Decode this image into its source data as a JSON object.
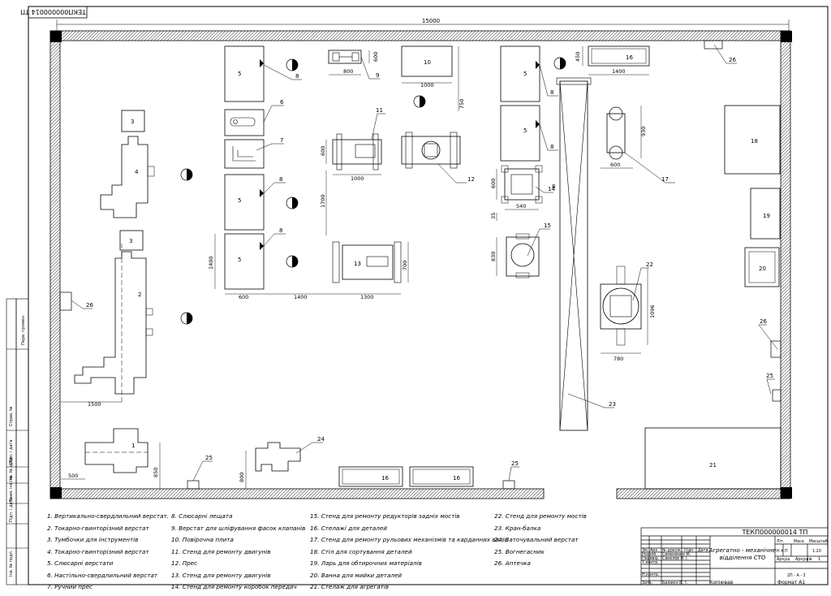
{
  "stamp_rotated": "ТЕКП000000014 ТП",
  "dimensions": {
    "overall_width": "15000",
    "d600a": "600",
    "d800a": "800",
    "d1000a": "1000",
    "d750": "750",
    "d450": "450",
    "d1400a": "1400",
    "d930": "930",
    "d600b": "600",
    "d600c": "600",
    "d1000b": "1000",
    "d1700": "1700",
    "d600d": "600",
    "d540": "540",
    "d35": "35",
    "d830": "830",
    "d1400b": "1400",
    "d600e": "600",
    "d1400c": "1400",
    "d1300": "1300",
    "d700": "700",
    "d1096": "1096",
    "d780": "780",
    "d1500": "1500",
    "d500": "500",
    "d850": "850",
    "d800b": "800"
  },
  "equipment_labels": {
    "n1": "1",
    "n2": "2",
    "n3a": "3",
    "n3b": "3",
    "n4": "4",
    "n5a": "5",
    "n5b": "5",
    "n5c": "5",
    "n5d": "5",
    "n5e": "5",
    "n10": "10",
    "n13": "13",
    "n16a": "16",
    "n16b": "16",
    "n16c": "16",
    "n18": "18",
    "n19": "19",
    "n20": "20",
    "n21": "21"
  },
  "callouts": {
    "c6": "6",
    "c7": "7",
    "c8a": "8",
    "c8b": "8",
    "c8c": "8",
    "c8d": "8",
    "c8e": "8",
    "c8f": "8",
    "c9": "9",
    "c11": "11",
    "c12": "12",
    "c14": "14",
    "c15": "15",
    "c17": "17",
    "c22": "22",
    "c23": "23",
    "c24": "24",
    "c25a": "25",
    "c25b": "25",
    "c25c": "25",
    "c26a": "26",
    "c26b": "26",
    "c26c": "26"
  },
  "legend": {
    "col1": [
      "1. Вертикально-свердлильний верстат.",
      "2. Токарно-гвинторізний верстат",
      "3. Тумбочки для інструментів",
      "4. Токарно-гвинторізний верстат",
      "5. Слюсарні верстати",
      "6. Настільно-свердлильний верстат",
      "7. Ручний прес"
    ],
    "col2": [
      "8. Слюсарні лещата",
      "9. Верстат для шліфування фасок клапанів",
      "10. Повірочна плита",
      "11. Стенд для ремонту двигунів",
      "12. Прес",
      "13. Стенд для ремонту двигунів",
      "14. Стенд для ремонту коробок передач"
    ],
    "col3": [
      "15. Стенд для ремонту редукторів задніх мостів",
      "16. Стелажі для деталей",
      "17. Стенд для ремонту рульових механізмів та карданних валів",
      "18. Стіл для сортування деталей",
      "19. Ларь для обтирочних матеріалів",
      "20. Ванна для мийки деталей",
      "21. Стелаж для агрегатів"
    ],
    "col4": [
      "22. Стенд для ремонту мостів",
      "23. Кран-балка",
      "24. Заточувальний верстат",
      "25. Вогнегасник",
      "26. Аптечка"
    ]
  },
  "title_block": {
    "code": "ТЕКП000000014 ТП",
    "title_line1": "Агрегатно - механічне",
    "title_line2": "відділення СТО",
    "scale": "1:20",
    "sheet_label": "Аркуш",
    "sheets_label": "Аркушів",
    "sheets_value": "1",
    "group": "2П - А - 3",
    "mass_label": "Маса",
    "scale_label": "Масштаб",
    "lit_label": "Літ.",
    "lit_value": "Н Х П",
    "row_change": "Зм.",
    "row_sheet": "Арк.",
    "row_doc": "№ докум.",
    "row_sign": "Підп.",
    "row_date": "Дата",
    "role_dev": "Розроб.",
    "role_check": "Перевір.",
    "role_tcontrol": "Т.контр.",
    "role_ncontrol": "Н.контр.",
    "role_approve": "Затв.",
    "name_dev": "Семененко М.",
    "name_check": "Сакелев Н. І.",
    "name_approve": "Балакін В. Т."
  },
  "footer": {
    "copied": "Копіював",
    "format": "Формат А1"
  },
  "side_stamp": [
    "Перв. примен.",
    "Справ. №",
    "Підп. і дата",
    "Інв. № дубл.",
    "Взам. інв. №",
    "Підп. і дата",
    "Інв. № подл."
  ]
}
